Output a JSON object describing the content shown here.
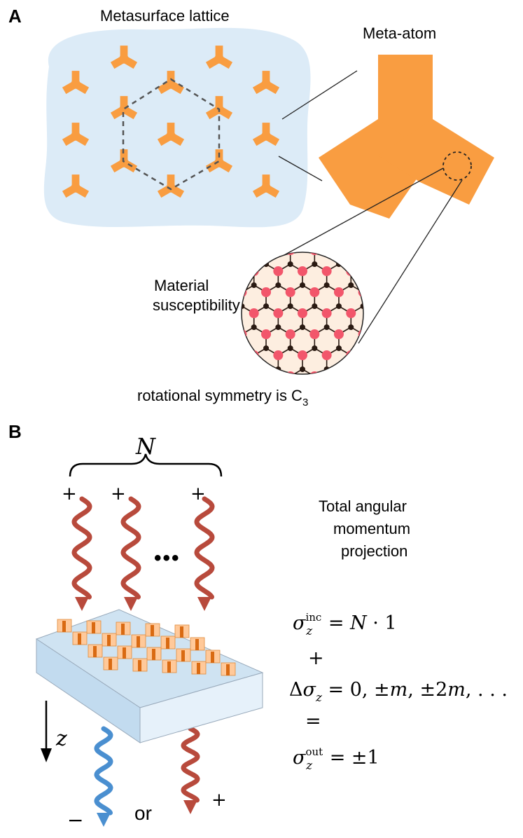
{
  "panel_a": {
    "letter": "A",
    "lattice_title": "Metasurface lattice",
    "meta_atom_title": "Meta-atom",
    "material_label_line1": "Material",
    "material_label_line2": "susceptibility",
    "symmetry_text": "rotational symmetry is C",
    "symmetry_subscript": "3"
  },
  "panel_b": {
    "letter": "B",
    "n_label": "N",
    "plus_sign": "+",
    "minus_sign": "−",
    "ellipsis": "•••",
    "z_label": "z",
    "or_text": "or",
    "tam_line1": "Total angular",
    "tam_line2": "momentum",
    "tam_line3": "projection",
    "eq1_lhs_sym": "σ",
    "eq1_sub": "z",
    "eq1_sup": "inc",
    "eq1_rhs_N": "N",
    "eq1_rhs_rest": " = ",
    "eq1_rhs_tail": " · 1",
    "eq_plus": "+",
    "eq2_delta": "Δ",
    "eq2_sigma": "σ",
    "eq2_sub": "z",
    "eq2_rhs_a": " = 0, ±",
    "eq2_m1": "m",
    "eq2_rhs_b": ", ±2",
    "eq2_m2": "m",
    "eq2_rhs_c": ", . . .",
    "eq_equals": "=",
    "eq3_sigma": "σ",
    "eq3_sub": "z",
    "eq3_sup": "out",
    "eq3_rhs": " = ±1"
  },
  "colors": {
    "orange": "#f99d41",
    "lattice_bg": "#dcebf7",
    "red_atom": "#f2566b",
    "black_atom": "#2a1a12",
    "disk_bg": "#fdeee0",
    "helix_red": "#b84a3c",
    "helix_blue": "#4a8fd0",
    "helix_purple": "#5a3a8a",
    "slab_top": "#cfe3f2",
    "slab_side": "#b4d1ea"
  }
}
